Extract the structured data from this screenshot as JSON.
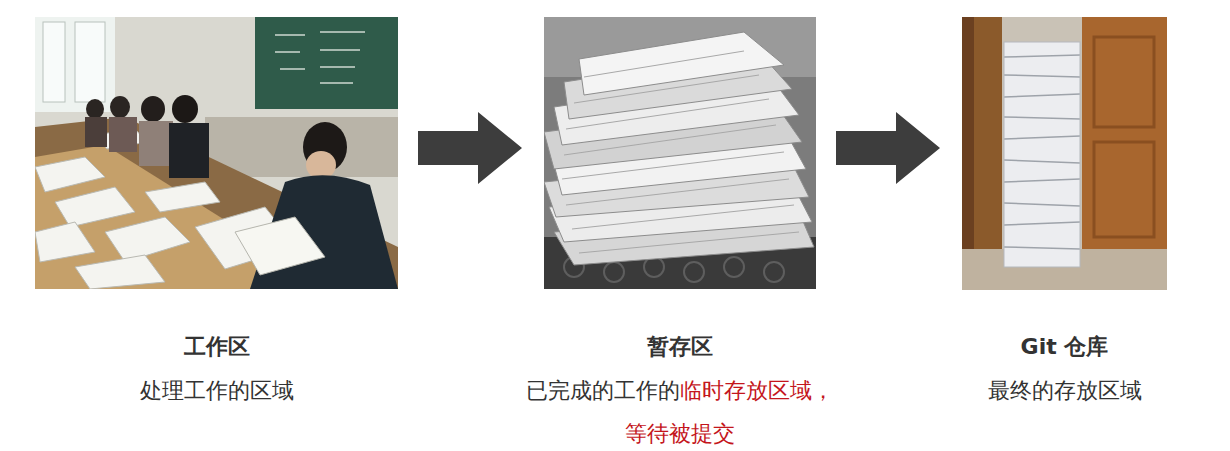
{
  "diagram": {
    "nodes": [
      {
        "text": [
          "工作区",
          "处理工作的区域"
        ]
      },
      {
        "text": [
          "暂存区",
          "已完成的工作的临时存放区域， 等待被提交"
        ]
      },
      {
        "text": [
          "Git 仓库",
          "最终的存放区域"
        ]
      }
    ],
    "edges": [
      {
        "from": 0,
        "to": 1,
        "arrow": "to"
      },
      {
        "from": 1,
        "to": 2,
        "arrow": "to"
      }
    ]
  }
}
